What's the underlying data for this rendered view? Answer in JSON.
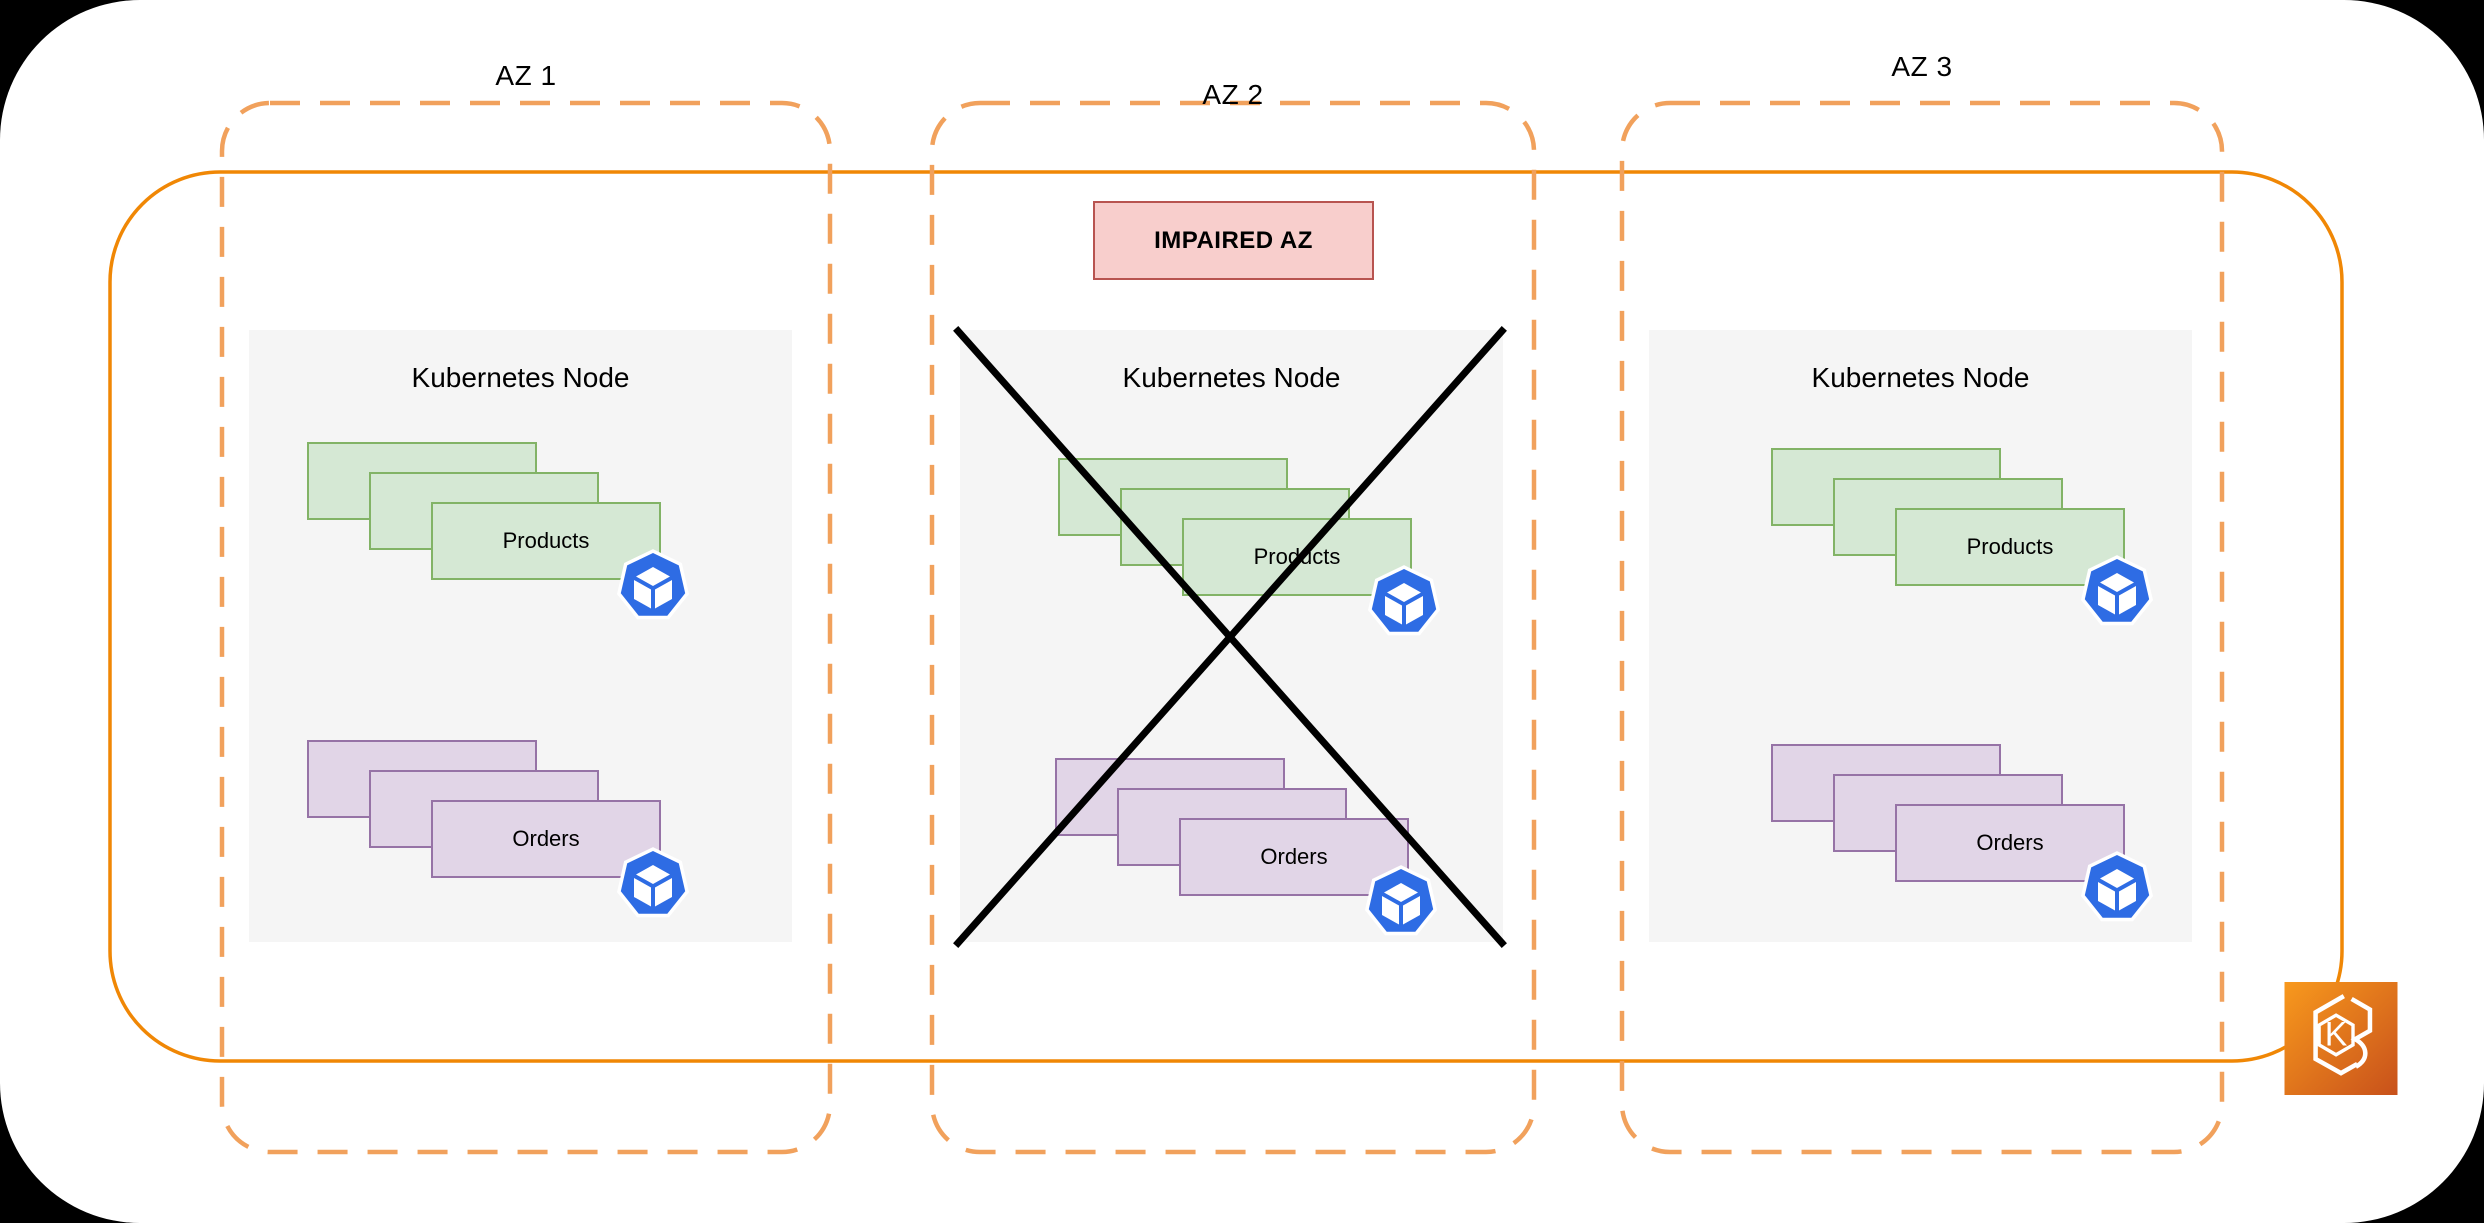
{
  "colors": {
    "cluster_orange": "#F08705",
    "az_dash_orange": "#F1A15C",
    "node_bg": "#F5F5F5",
    "green_fill": "#D5E8D4",
    "green_border": "#82B366",
    "purple_fill": "#E1D5E7",
    "purple_border": "#9673A6",
    "badge_bg": "#F8CECC",
    "badge_border": "#B85450",
    "pod_blue": "#2E6CE4",
    "cross_black": "#000000",
    "eks_gradient_top": "#F8991D",
    "eks_gradient_bottom": "#C8511B"
  },
  "impaired_badge": {
    "label": "IMPAIRED AZ"
  },
  "azs": [
    {
      "label": "AZ 1",
      "impaired": false,
      "node": {
        "title": "Kubernetes Node",
        "stacks": [
          {
            "label": "Products",
            "color": "green",
            "replicas": 3
          },
          {
            "label": "Orders",
            "color": "purple",
            "replicas": 3
          }
        ]
      }
    },
    {
      "label": "AZ 2",
      "impaired": true,
      "node": {
        "title": "Kubernetes Node",
        "stacks": [
          {
            "label": "Products",
            "color": "green",
            "replicas": 3
          },
          {
            "label": "Orders",
            "color": "purple",
            "replicas": 3
          }
        ]
      }
    },
    {
      "label": "AZ 3",
      "impaired": false,
      "node": {
        "title": "Kubernetes Node",
        "stacks": [
          {
            "label": "Products",
            "color": "green",
            "replicas": 3
          },
          {
            "label": "Orders",
            "color": "purple",
            "replicas": 3
          }
        ]
      }
    }
  ],
  "icons": {
    "pod": "kubernetes-pod-icon",
    "eks": "amazon-eks-icon",
    "eks_letter": "K"
  }
}
